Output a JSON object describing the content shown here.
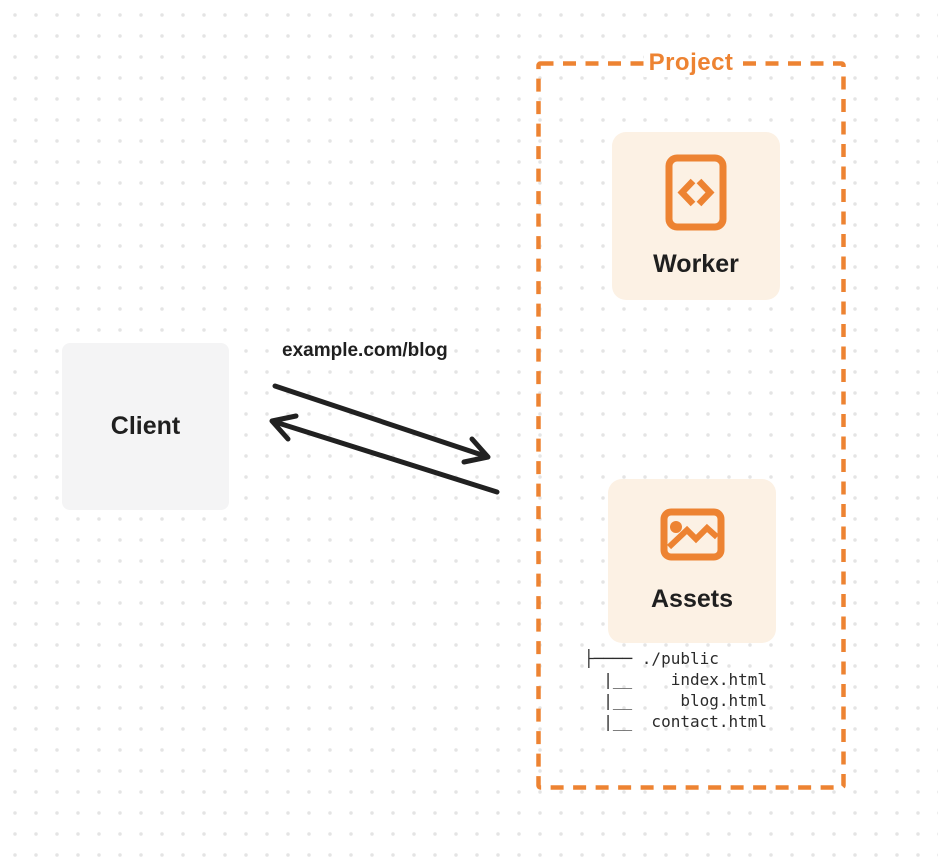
{
  "client": {
    "label": "Client"
  },
  "request": {
    "url": "example.com/blog"
  },
  "project": {
    "label": "Project",
    "worker": {
      "label": "Worker",
      "icon": "code-document-icon"
    },
    "assets": {
      "label": "Assets",
      "icon": "image-icon"
    },
    "file_tree": {
      "root": "./public",
      "files": [
        "index.html",
        "blog.html",
        "contact.html"
      ],
      "lines": [
        "├──── ./public",
        "  |__    index.html",
        "  |__     blog.html",
        "  |__  contact.html"
      ]
    }
  },
  "colors": {
    "accent_orange": "#ED8332",
    "card_background": "#FCF1E4",
    "client_background": "#F4F4F5",
    "arrow_black": "#212121",
    "label_dark": "#1F1F1F",
    "tree_text": "#2B2B2B",
    "dot_grid": "#E4E4E4",
    "page_background": "#FFFFFF"
  }
}
